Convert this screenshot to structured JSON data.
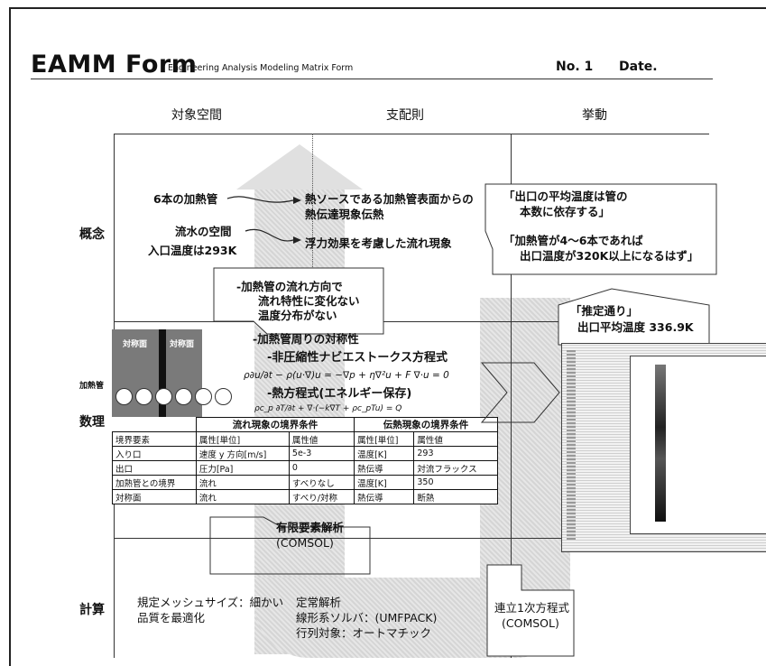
{
  "header": {
    "title": "EAMM Form",
    "subtitle": "Engineering Analysis Modeling Matrix Form",
    "no_label": "No. 1",
    "date_label": "Date."
  },
  "columns": [
    "対象空間",
    "支配則",
    "挙動"
  ],
  "rows": [
    "概念",
    "数理",
    "計算"
  ],
  "concept": {
    "object_lines": [
      "6本の加熱管",
      "流水の空間",
      "入口温度は293K"
    ],
    "law_lines": [
      "熱ソースである加熱管表面からの",
      "熱伝達現象伝熱",
      "浮力効果を考慮した流れ現象"
    ],
    "behavior_lines": [
      "「出口の平均温度は管の",
      "本数に依存する」",
      "「加熱管が4～6本であれば",
      "出口温度が320K以上になるはず」"
    ]
  },
  "assumption_callout": {
    "lines": [
      "-加熱管の流れ方向で",
      "流れ特性に変化ない",
      "温度分布がない",
      "-加熱管周りの対称性"
    ]
  },
  "math": {
    "panel_labels": [
      "対称面",
      "対称面"
    ],
    "pipe_label": "加熱管",
    "eq1_title": "-非圧縮性ナビエストークス方程式",
    "eq1": "ρ∂u/∂t − ρ(u·∇)u = −∇p + η∇²u + F   ∇·u = 0",
    "eq2_title": "-熱方程式(エネルギー保存)",
    "eq2": "ρc_p ∂T/∂t + ∇·(−k∇T + ρc_pTu) = Q",
    "result_lines": [
      "「推定通り」",
      "出口平均温度 336.9K"
    ]
  },
  "bc_table": {
    "group_flow": "流れ現象の境界条件",
    "group_heat": "伝熱現象の境界条件",
    "headers": [
      "境界要素",
      "属性[単位]",
      "属性値",
      "属性[単位]",
      "属性値"
    ],
    "rows": [
      [
        "入り口",
        "速度 y 方向[m/s]",
        "5e-3",
        "温度[K]",
        "293"
      ],
      [
        "出口",
        "圧力[Pa]",
        "0",
        "熱伝導",
        "対流フラックス"
      ],
      [
        "加熱管との境界",
        "流れ",
        "すべりなし",
        "温度[K]",
        "350"
      ],
      [
        "対称面",
        "流れ",
        "すべり/対称",
        "熱伝導",
        "断熱"
      ]
    ]
  },
  "fem_callout": {
    "lines": [
      "有限要素解析",
      "(COMSOL)"
    ]
  },
  "computation": {
    "object_lines": [
      "規定メッシュサイズ：細かい",
      "品質を最適化"
    ],
    "law_lines": [
      "定常解析",
      "線形系ソルバ：(UMFPACK)",
      "行列対象：オートマチック"
    ],
    "behavior_lines": [
      "連立1次方程式",
      "(COMSOL)"
    ]
  }
}
